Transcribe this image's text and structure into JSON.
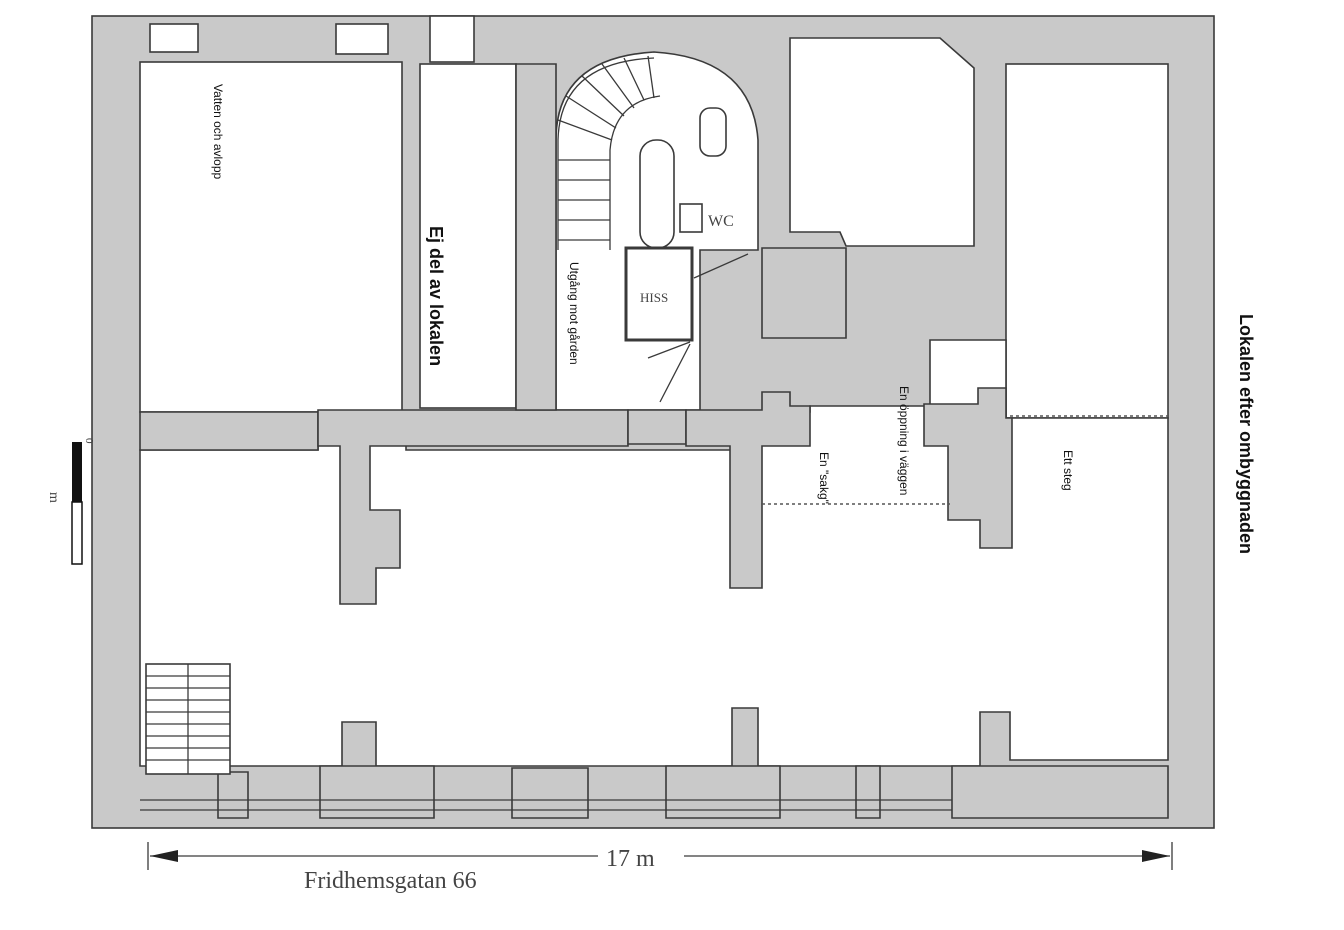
{
  "labels": {
    "vatten": "Vatten och avlopp",
    "ej_del": "Ej del av lokalen",
    "utgang": "Utgång mot gården",
    "hiss": "HISS",
    "wc": "WC",
    "oppning": "En öppning i väggen",
    "sakg": "En \"sakg\"",
    "ett_steg": "Ett steg",
    "lokalen_efter": "Lokalen efter ombyggnaden",
    "street": "Fridhemsgatan 66",
    "width_dim": "17 m",
    "scale_unit": "m",
    "scale_zero": "0"
  },
  "colors": {
    "wall": "#c9c9c9",
    "line": "#3a3a3a"
  }
}
